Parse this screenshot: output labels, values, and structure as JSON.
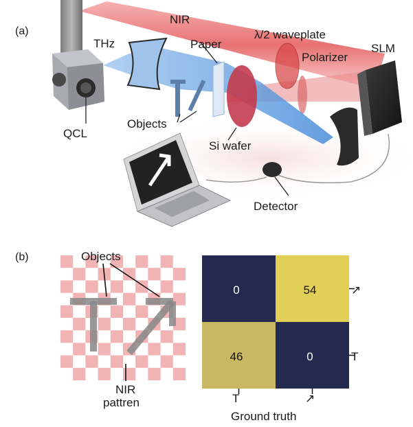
{
  "panel_a": {
    "tag": "(a)",
    "labels": {
      "nir": "NIR",
      "waveplate": "λ/2 waveplate",
      "thz": "THz",
      "paper": "Paper",
      "polarizer": "Polarizer",
      "slm": "SLM",
      "objects": "Objects",
      "qcl": "QCL",
      "si_wafer": "Si wafer",
      "detector": "Detector"
    }
  },
  "panel_b": {
    "tag": "(b)",
    "objects_label": "Objects",
    "nir_label_line1": "NIR",
    "nir_label_line2": "pattren"
  },
  "chart_data": {
    "type": "heatmap",
    "cells": [
      {
        "value": "0",
        "color": "#232a4e"
      },
      {
        "value": "54",
        "color": "#e2cf56"
      },
      {
        "value": "46",
        "color": "#c9b763"
      },
      {
        "value": "0",
        "color": "#232a4e"
      }
    ],
    "row_labels": [
      "↗",
      "T"
    ],
    "col_labels": [
      "T",
      "↗"
    ],
    "xlabel": "Ground truth"
  }
}
